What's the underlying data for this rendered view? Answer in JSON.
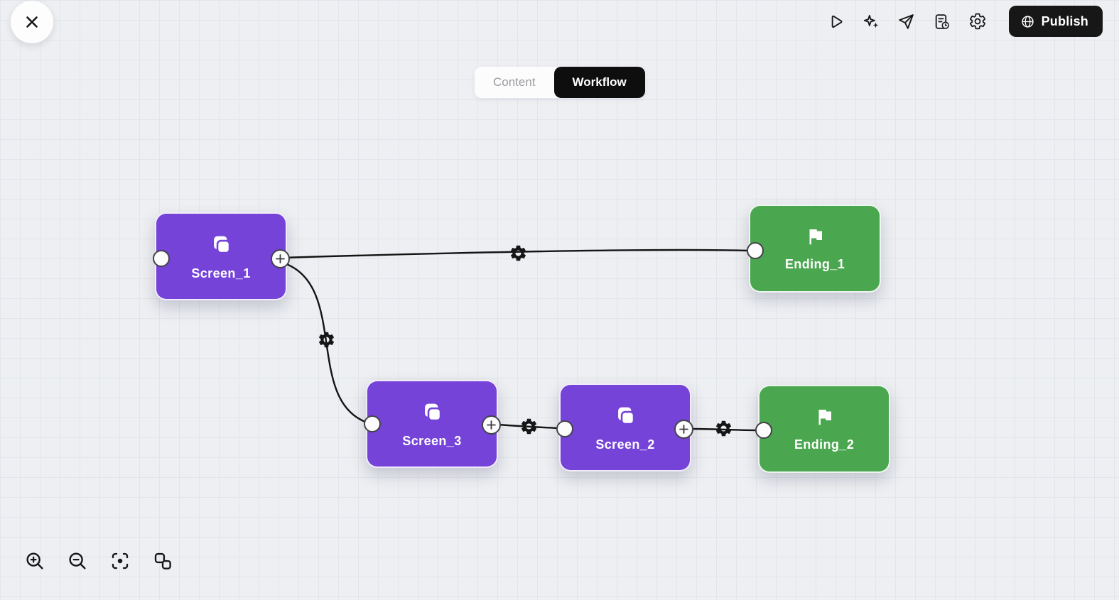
{
  "header": {
    "close_label": "Close",
    "publish": {
      "label": "Publish"
    },
    "icons": [
      "play-icon",
      "ai-sparkles-icon",
      "send-icon",
      "doc-clock-icon",
      "settings-icon",
      "globe-icon"
    ]
  },
  "tabs": {
    "content": {
      "label": "Content",
      "active": false
    },
    "workflow": {
      "label": "Workflow",
      "active": true
    }
  },
  "colors": {
    "canvas_bg": "#edeff2",
    "grid_line": "#e2e5e9",
    "screen_node": "#7643d9",
    "ending_node": "#4aa64f",
    "edge_stroke": "#141414",
    "publish_bg": "#171717"
  },
  "canvas": {
    "nodes": [
      {
        "id": "screen_1",
        "label": "Screen_1",
        "type": "screen",
        "icon": "screens-icon"
      },
      {
        "id": "ending_1",
        "label": "Ending_1",
        "type": "ending",
        "icon": "flag-icon"
      },
      {
        "id": "screen_3",
        "label": "Screen_3",
        "type": "screen",
        "icon": "screens-icon"
      },
      {
        "id": "screen_2",
        "label": "Screen_2",
        "type": "screen",
        "icon": "screens-icon"
      },
      {
        "id": "ending_2",
        "label": "Ending_2",
        "type": "ending",
        "icon": "flag-icon"
      }
    ],
    "edges": [
      {
        "from": "screen_1",
        "to": "ending_1",
        "has_settings": true
      },
      {
        "from": "screen_1",
        "to": "screen_3",
        "has_settings": true
      },
      {
        "from": "screen_3",
        "to": "screen_2",
        "has_settings": true
      },
      {
        "from": "screen_2",
        "to": "ending_2",
        "has_settings": true
      }
    ]
  },
  "zoom_controls": [
    "zoom-in",
    "zoom-out",
    "fit-view",
    "auto-layout"
  ]
}
